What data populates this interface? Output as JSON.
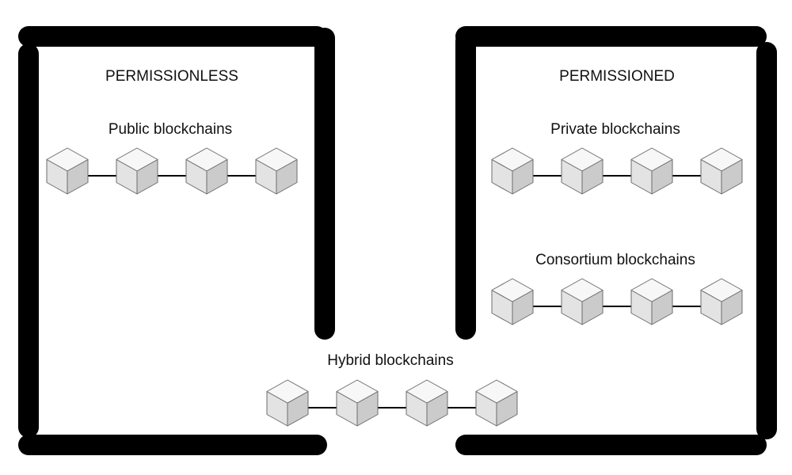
{
  "diagram": {
    "groups": {
      "permissionless": {
        "heading": "PERMISSIONLESS"
      },
      "permissioned": {
        "heading": "PERMISSIONED"
      }
    },
    "chains": {
      "public": {
        "title": "Public blockchains",
        "blocks": 4
      },
      "private": {
        "title": "Private blockchains",
        "blocks": 4
      },
      "consortium": {
        "title": "Consortium blockchains",
        "blocks": 4
      },
      "hybrid": {
        "title": "Hybrid blockchains",
        "blocks": 4
      }
    },
    "colors": {
      "frame": "#000000",
      "cube_top": "#f7f7f7",
      "cube_left": "#e3e3e3",
      "cube_right": "#cbcbcb",
      "cube_edge": "#6e6e6e",
      "link": "#000000",
      "text": "#111111"
    },
    "icons": {
      "block": "cube-icon"
    }
  }
}
